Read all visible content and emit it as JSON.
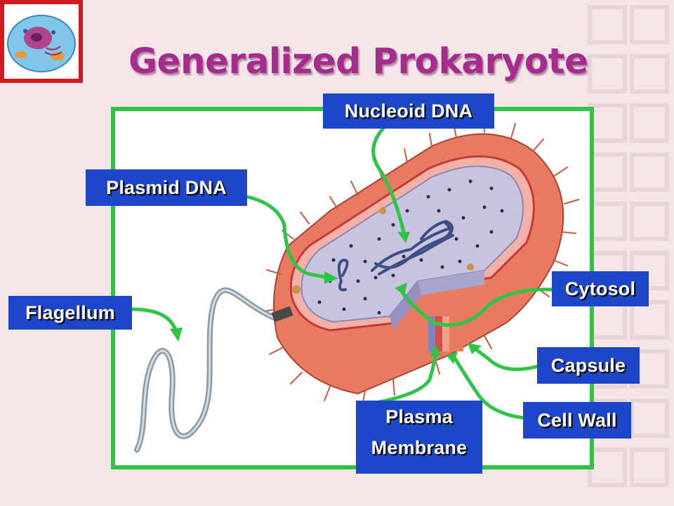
{
  "slide": {
    "title": "Generalized Prokaryote",
    "colors": {
      "title": "#a52c8c",
      "frame": "#2fc446",
      "label_bg": "#1e46c8",
      "leader": "#2fc446",
      "capsule": "#e97a62",
      "cytoplasm": "#c8c4e0",
      "dna": "#3e4f86"
    },
    "thumbnail_icon": "animal-cell-icon"
  },
  "labels": {
    "nucleoid_dna": "Nucleoid DNA",
    "plasmid_dna": "Plasmid DNA",
    "flagellum": "Flagellum",
    "cytosol": "Cytosol",
    "capsule": "Capsule",
    "plasma_membrane": [
      "Plasma",
      "Membrane"
    ],
    "cell_wall": "Cell Wall"
  }
}
